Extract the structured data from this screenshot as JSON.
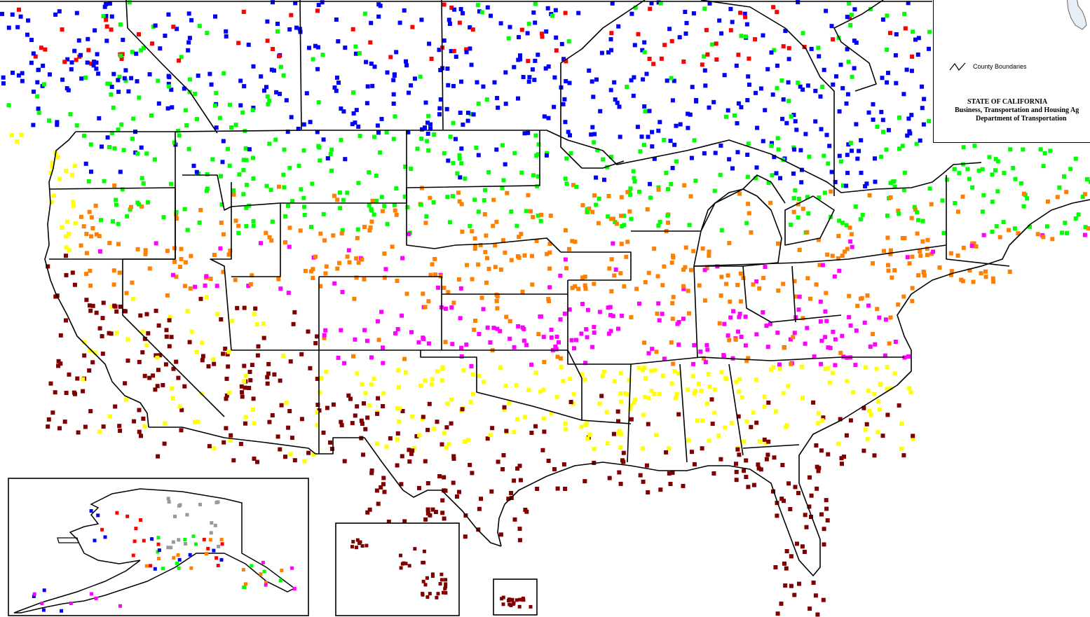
{
  "legend": {
    "county_boundaries_label": "County Boundaries"
  },
  "agency": {
    "state": "STATE OF CALIFORNIA",
    "agency_line": "Business, Transportation and Housing Ag",
    "department": "Department of Transportation"
  },
  "zone_colors": {
    "blue": "#0000ff",
    "red": "#ff0000",
    "green": "#00ff00",
    "orange": "#ff8000",
    "magenta": "#ff00ff",
    "yellow": "#ffff00",
    "dark_red": "#800000",
    "gray": "#999999"
  }
}
